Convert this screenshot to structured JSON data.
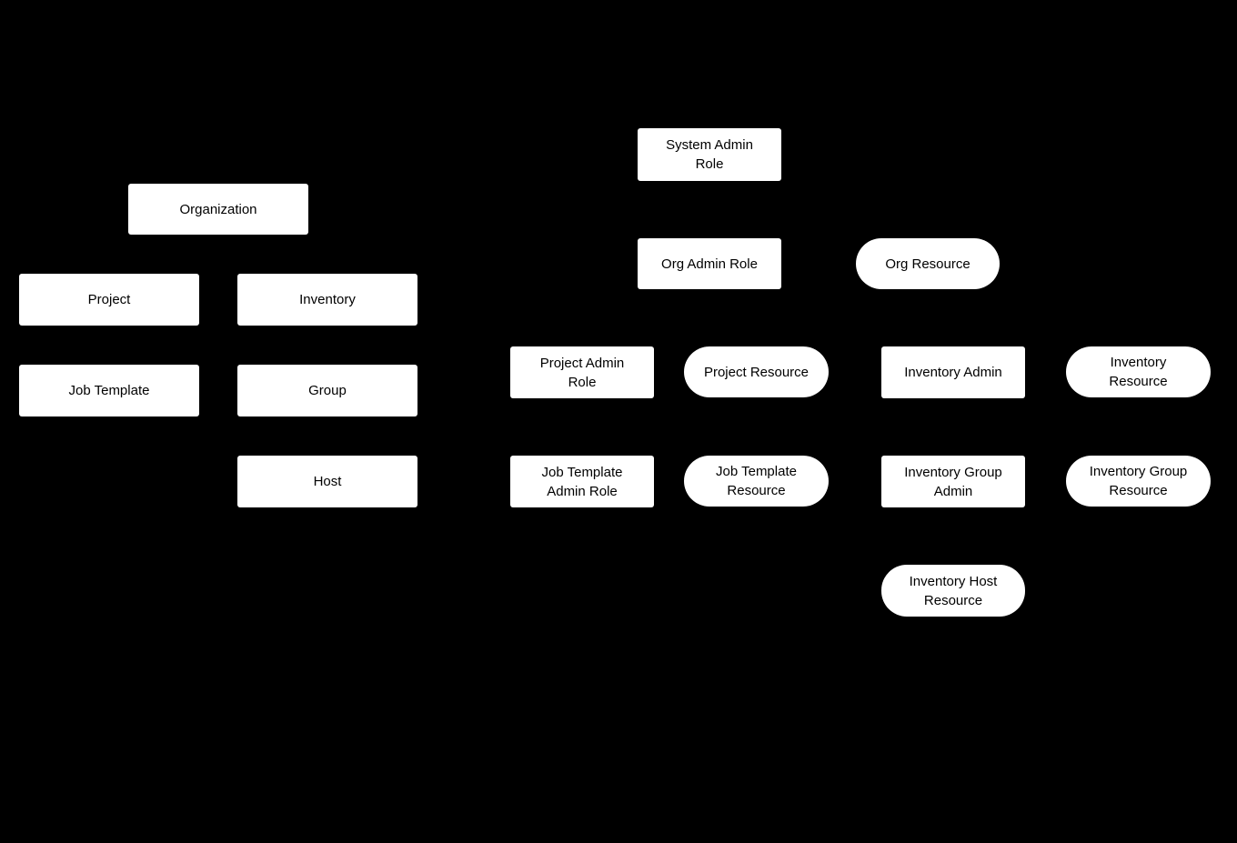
{
  "diagram": {
    "type": "block-diagram",
    "description": "Role-based access control object and role/resource hierarchy diagram on black background",
    "colors": {
      "background": "#000000",
      "node_fill": "#ffffff",
      "node_text": "#000000"
    },
    "nodes": {
      "organization": {
        "label": "Organization",
        "shape": "rect"
      },
      "project": {
        "label": "Project",
        "shape": "rect"
      },
      "inventory": {
        "label": "Inventory",
        "shape": "rect"
      },
      "job_template": {
        "label": "Job Template",
        "shape": "rect"
      },
      "group": {
        "label": "Group",
        "shape": "rect"
      },
      "host": {
        "label": "Host",
        "shape": "rect"
      },
      "system_admin_role": {
        "label": "System Admin\nRole",
        "shape": "rect"
      },
      "org_admin_role": {
        "label": "Org Admin Role",
        "shape": "rect"
      },
      "org_resource": {
        "label": "Org Resource",
        "shape": "pill"
      },
      "project_admin_role": {
        "label": "Project Admin\nRole",
        "shape": "rect"
      },
      "project_resource": {
        "label": "Project Resource",
        "shape": "pill"
      },
      "inventory_admin": {
        "label": "Inventory Admin",
        "shape": "rect"
      },
      "inventory_resource": {
        "label": "Inventory\nResource",
        "shape": "pill"
      },
      "job_template_admin_role": {
        "label": "Job Template\nAdmin Role",
        "shape": "rect"
      },
      "job_template_resource": {
        "label": "Job Template\nResource",
        "shape": "pill"
      },
      "inventory_group_admin": {
        "label": "Inventory Group\nAdmin",
        "shape": "rect"
      },
      "inventory_group_resource": {
        "label": "Inventory Group\nResource",
        "shape": "pill"
      },
      "inventory_host_resource": {
        "label": "Inventory Host\nResource",
        "shape": "pill"
      }
    }
  }
}
